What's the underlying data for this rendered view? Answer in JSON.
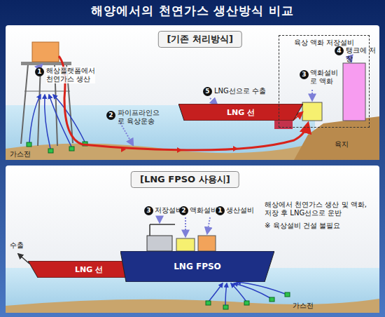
{
  "diagram": {
    "title": "해양에서의 천연가스 생산방식 비교",
    "nodes": [
      {
        "text": [
          "[기존 처리방식]"
        ]
      },
      {
        "text": [
          "LNG 선"
        ],
        "in": 0
      },
      {
        "text": [
          "육상 액화 저장설비"
        ],
        "in": 0
      },
      {
        "text": [
          "[LNG FPSO 사용시]"
        ]
      },
      {
        "text": [
          "LNG 선"
        ],
        "in": 3
      },
      {
        "text": [
          "LNG FPSO"
        ],
        "in": 3
      }
    ],
    "labels": [
      "1",
      "해상플랫폼에서 천연가스 생산",
      "2",
      "파이프라인으로 육상운송",
      "5",
      "LNG선으로 수출",
      "3",
      "액화설비로 액화",
      "4",
      "탱크에 저장",
      "가스전",
      "육지",
      "3",
      "저장설비",
      "2",
      "액화설비",
      "1",
      "생산설비",
      "해상에서 천연가스 생산 및 액화, 저장 후 LNG선으로 운반",
      "※ 육상설비 건설 불필요",
      "수출",
      "가스전"
    ]
  }
}
